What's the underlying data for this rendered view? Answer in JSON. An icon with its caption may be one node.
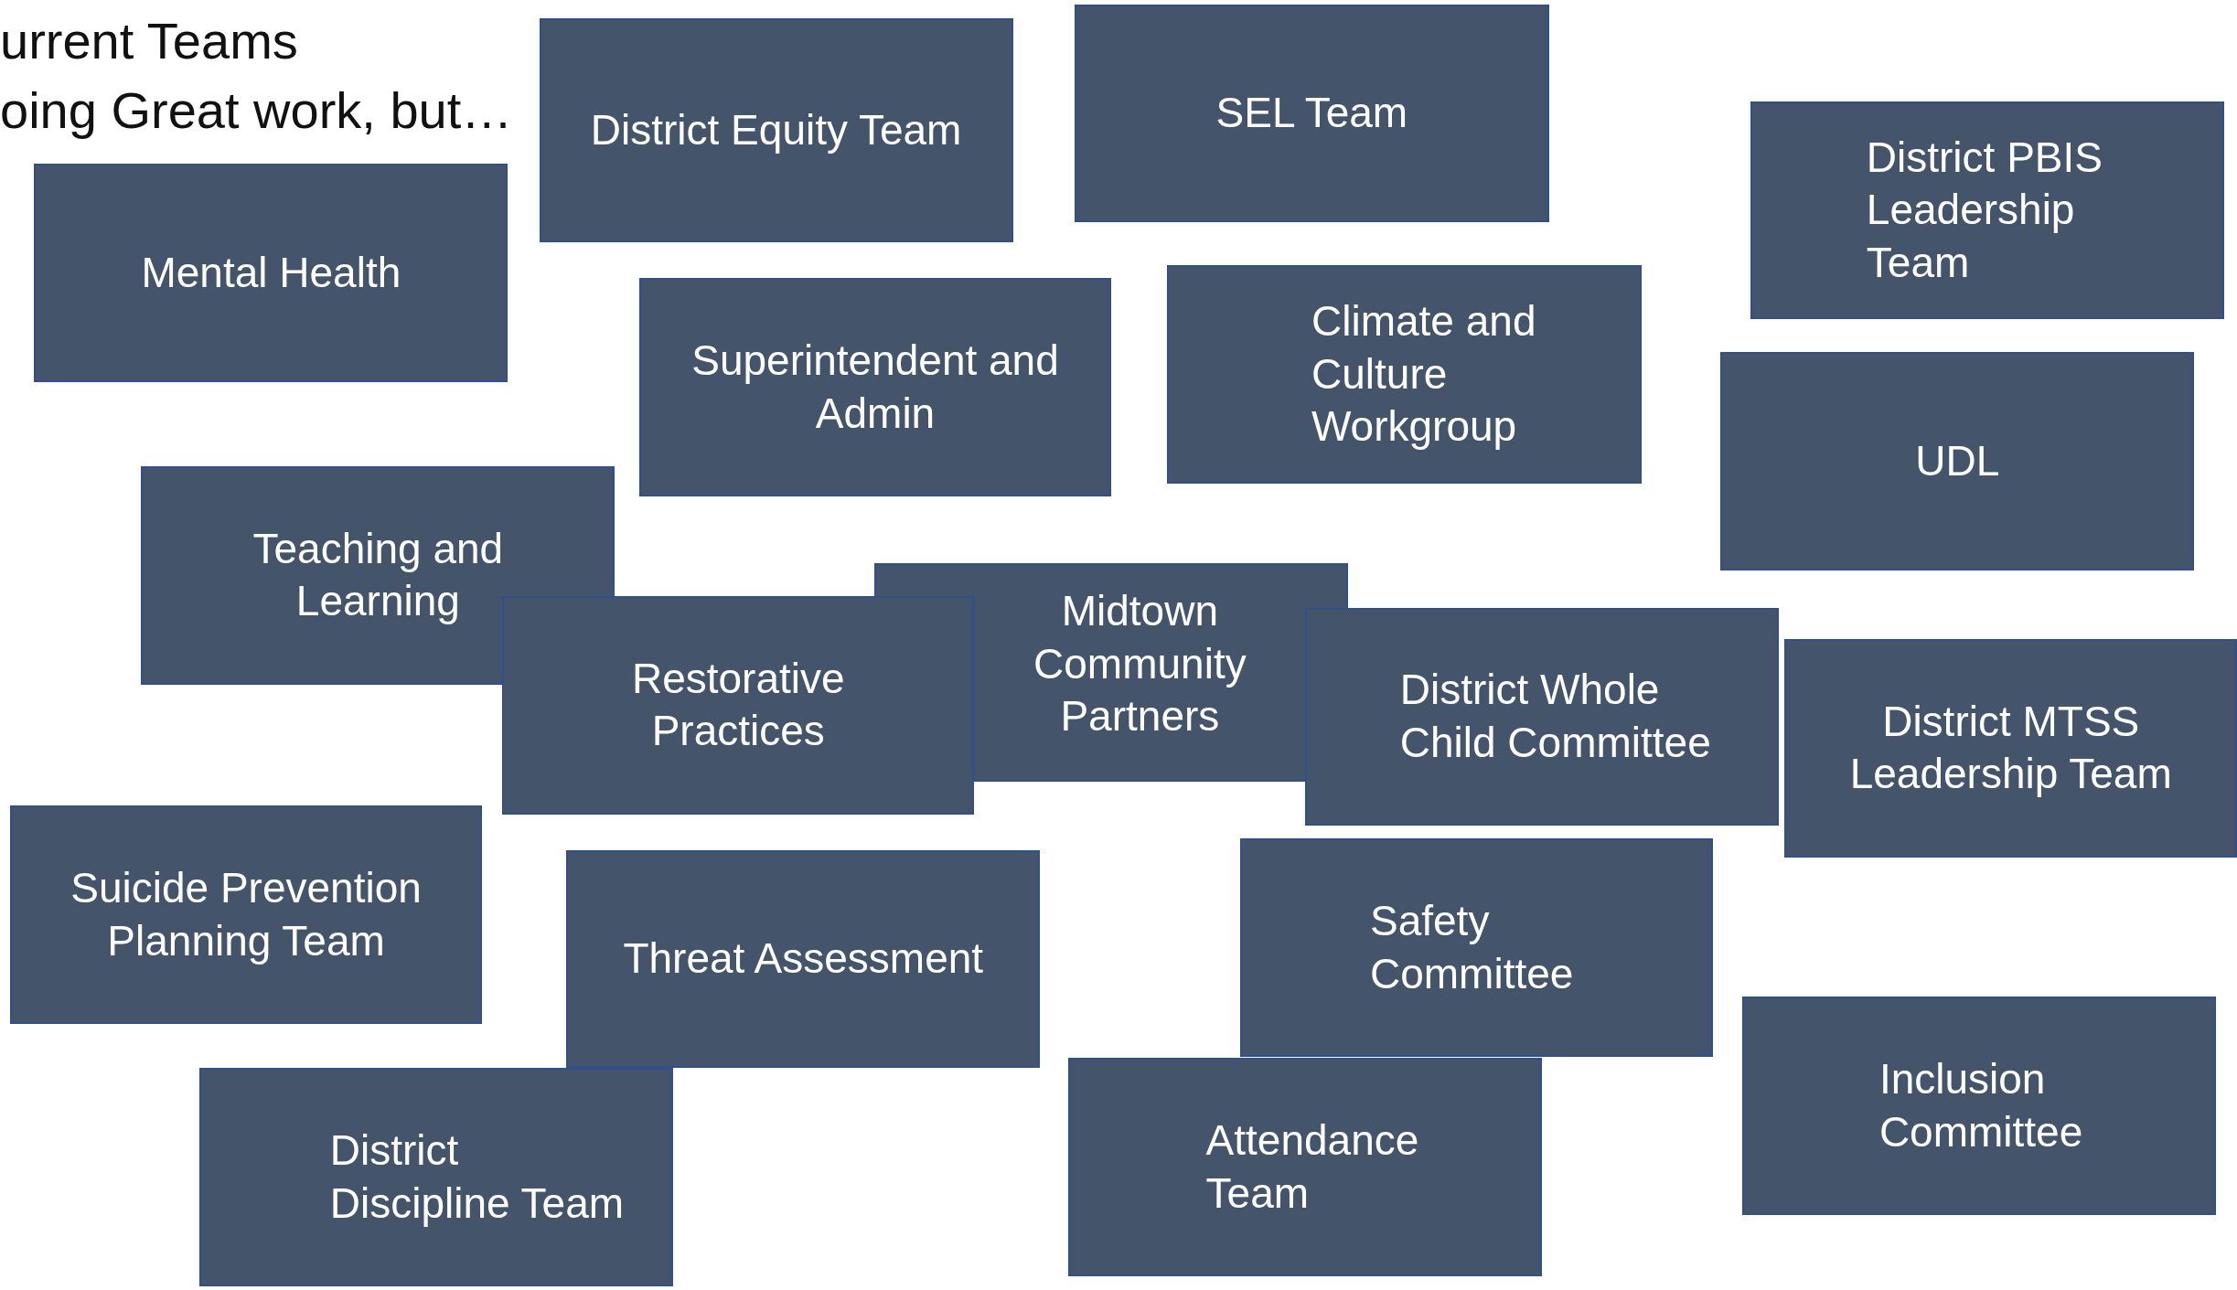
{
  "diagram": {
    "nodes": [
      {
        "text": [
          "District Equity Team"
        ]
      },
      {
        "text": [
          "SEL Team"
        ]
      },
      {
        "text": [
          "District PBIS Leadership Team"
        ]
      },
      {
        "text": [
          "Mental Health"
        ]
      },
      {
        "text": [
          "Superintendent and Admin"
        ]
      },
      {
        "text": [
          "Climate and Culture Workgroup"
        ]
      },
      {
        "text": [
          "UDL"
        ]
      },
      {
        "text": [
          "Teaching and Learning"
        ]
      },
      {
        "text": [
          "Midtown Community Partners"
        ]
      },
      {
        "text": [
          "Restorative Practices"
        ]
      },
      {
        "text": [
          "District Whole Child Committee"
        ]
      },
      {
        "text": [
          "District MTSS Leadership Team"
        ]
      },
      {
        "text": [
          "Suicide Prevention Planning Team"
        ]
      },
      {
        "text": [
          "Threat Assessment"
        ]
      },
      {
        "text": [
          "Safety Committee"
        ]
      },
      {
        "text": [
          "Inclusion Committee"
        ]
      },
      {
        "text": [
          "District Discipline Team"
        ]
      },
      {
        "text": [
          "Attendance Team"
        ]
      }
    ],
    "labels": [
      "urrent Teams",
      "oing Great work, but…"
    ]
  }
}
